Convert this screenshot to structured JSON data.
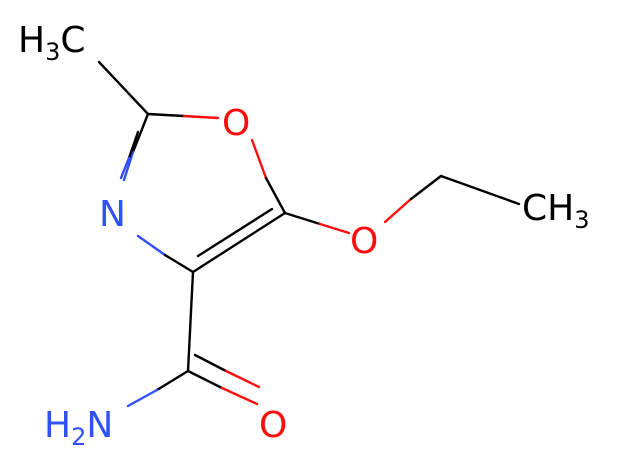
{
  "molecule": {
    "atoms": {
      "methyl_top": {
        "main": "H",
        "sub": "3",
        "tail": "C"
      },
      "ring_oxygen": {
        "label": "O"
      },
      "ring_nitrogen": {
        "label": "N"
      },
      "ether_oxygen": {
        "label": "O"
      },
      "ethyl_methyl": {
        "main": "CH",
        "sub": "3"
      },
      "amide_nitrogen": {
        "main": "H",
        "sub": "2",
        "tail": "N"
      },
      "carbonyl_oxygen": {
        "label": "O"
      }
    },
    "colors": {
      "carbon": "#000000",
      "nitrogen": "#3050F8",
      "oxygen": "#FF0D0D",
      "background": "#ffffff"
    }
  }
}
